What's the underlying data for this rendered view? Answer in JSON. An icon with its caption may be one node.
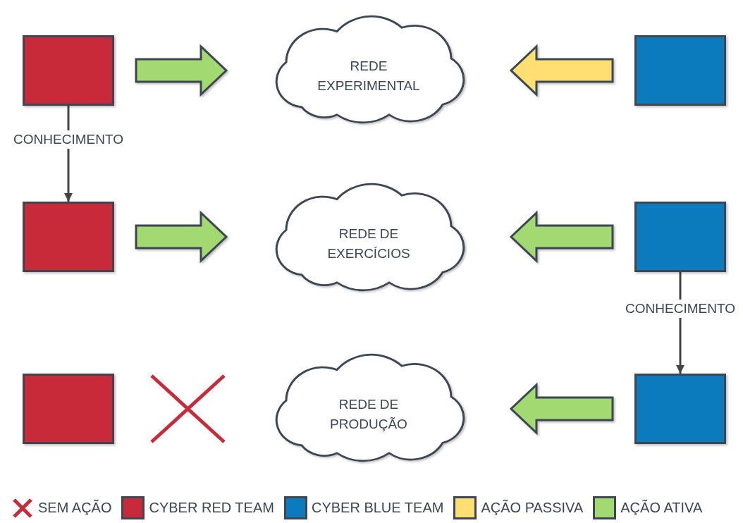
{
  "diagram": {
    "nodes": [
      {
        "text": [],
        "shape": "box"
      },
      {
        "text": [
          "REDE EXPERIMENTAL"
        ]
      },
      {
        "text": [],
        "shape": "box"
      },
      {
        "text": [],
        "shape": "box"
      },
      {
        "text": [
          "REDE DE EXERCÍCIOS"
        ]
      },
      {
        "text": [],
        "shape": "box"
      },
      {
        "text": [],
        "shape": "box"
      },
      {
        "text": [
          "REDE DE PRODUÇÃO"
        ]
      },
      {
        "text": [],
        "shape": "box"
      }
    ],
    "edges": [
      {
        "from": 0,
        "to": 1,
        "arrow": "to",
        "style": "thick",
        "color": "#a2d971"
      },
      {
        "from": 2,
        "to": 1,
        "arrow": "to",
        "style": "thick",
        "color": "#ffdf71"
      },
      {
        "from": 0,
        "to": 3,
        "arrow": "to",
        "label": "CONHECIMENTO"
      },
      {
        "from": 3,
        "to": 4,
        "arrow": "to",
        "style": "thick",
        "color": "#a2d971"
      },
      {
        "from": 5,
        "to": 4,
        "arrow": "to",
        "style": "thick",
        "color": "#a2d971"
      },
      {
        "from": 5,
        "to": 8,
        "arrow": "to",
        "label": "CONHECIMENTO"
      },
      {
        "from": 8,
        "to": 7,
        "arrow": "to",
        "style": "thick",
        "color": "#a2d971"
      }
    ],
    "legend": [
      {
        "text": "SEM AÇÃO"
      },
      {
        "text": "CYBER RED TEAM",
        "color": "#c92a39"
      },
      {
        "text": "CYBER BLUE TEAM",
        "color": "#0c7bbd"
      },
      {
        "text": "AÇÃO PASSIVA",
        "color": "#ffdf71"
      },
      {
        "text": "AÇÃO ATIVA",
        "color": "#a2d971"
      }
    ]
  }
}
